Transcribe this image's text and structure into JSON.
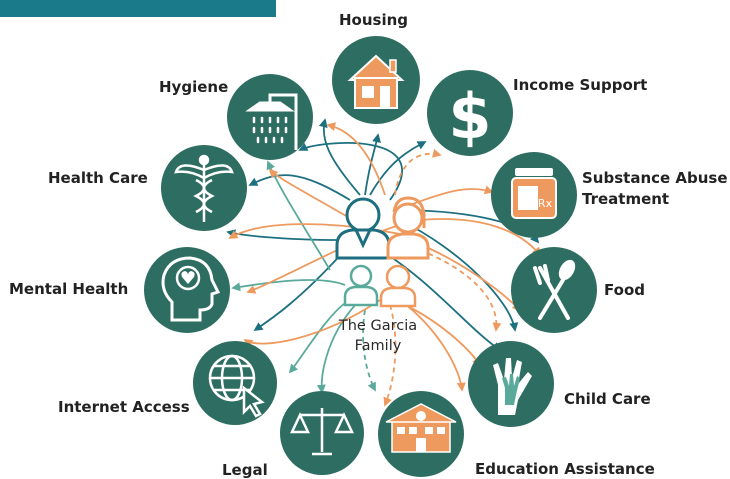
{
  "colors": {
    "circle": "#2e6e62",
    "teal_arrow": "#1d7080",
    "light_teal_arrow": "#5aaa9c",
    "orange": "#ee9a5e",
    "banner": "#1b7a8a",
    "ink": "#222222"
  },
  "center": {
    "line1": "The Garcia",
    "line2": "Family"
  },
  "services": [
    {
      "label": "Housing",
      "icon": "house-icon"
    },
    {
      "label": "Income Support",
      "icon": "dollar-icon"
    },
    {
      "label": "Substance Abuse",
      "label2": "Treatment",
      "icon": "medicine-jar-icon"
    },
    {
      "label": "Food",
      "icon": "fork-spoon-icon"
    },
    {
      "label": "Child Care",
      "icon": "hands-icon"
    },
    {
      "label": "Education Assistance",
      "icon": "school-icon"
    },
    {
      "label": "Legal",
      "icon": "scales-icon"
    },
    {
      "label": "Internet Access",
      "icon": "globe-cursor-icon"
    },
    {
      "label": "Mental Health",
      "icon": "head-heart-icon"
    },
    {
      "label": "Health Care",
      "icon": "caduceus-icon"
    },
    {
      "label": "Hygiene",
      "icon": "shower-icon"
    }
  ]
}
